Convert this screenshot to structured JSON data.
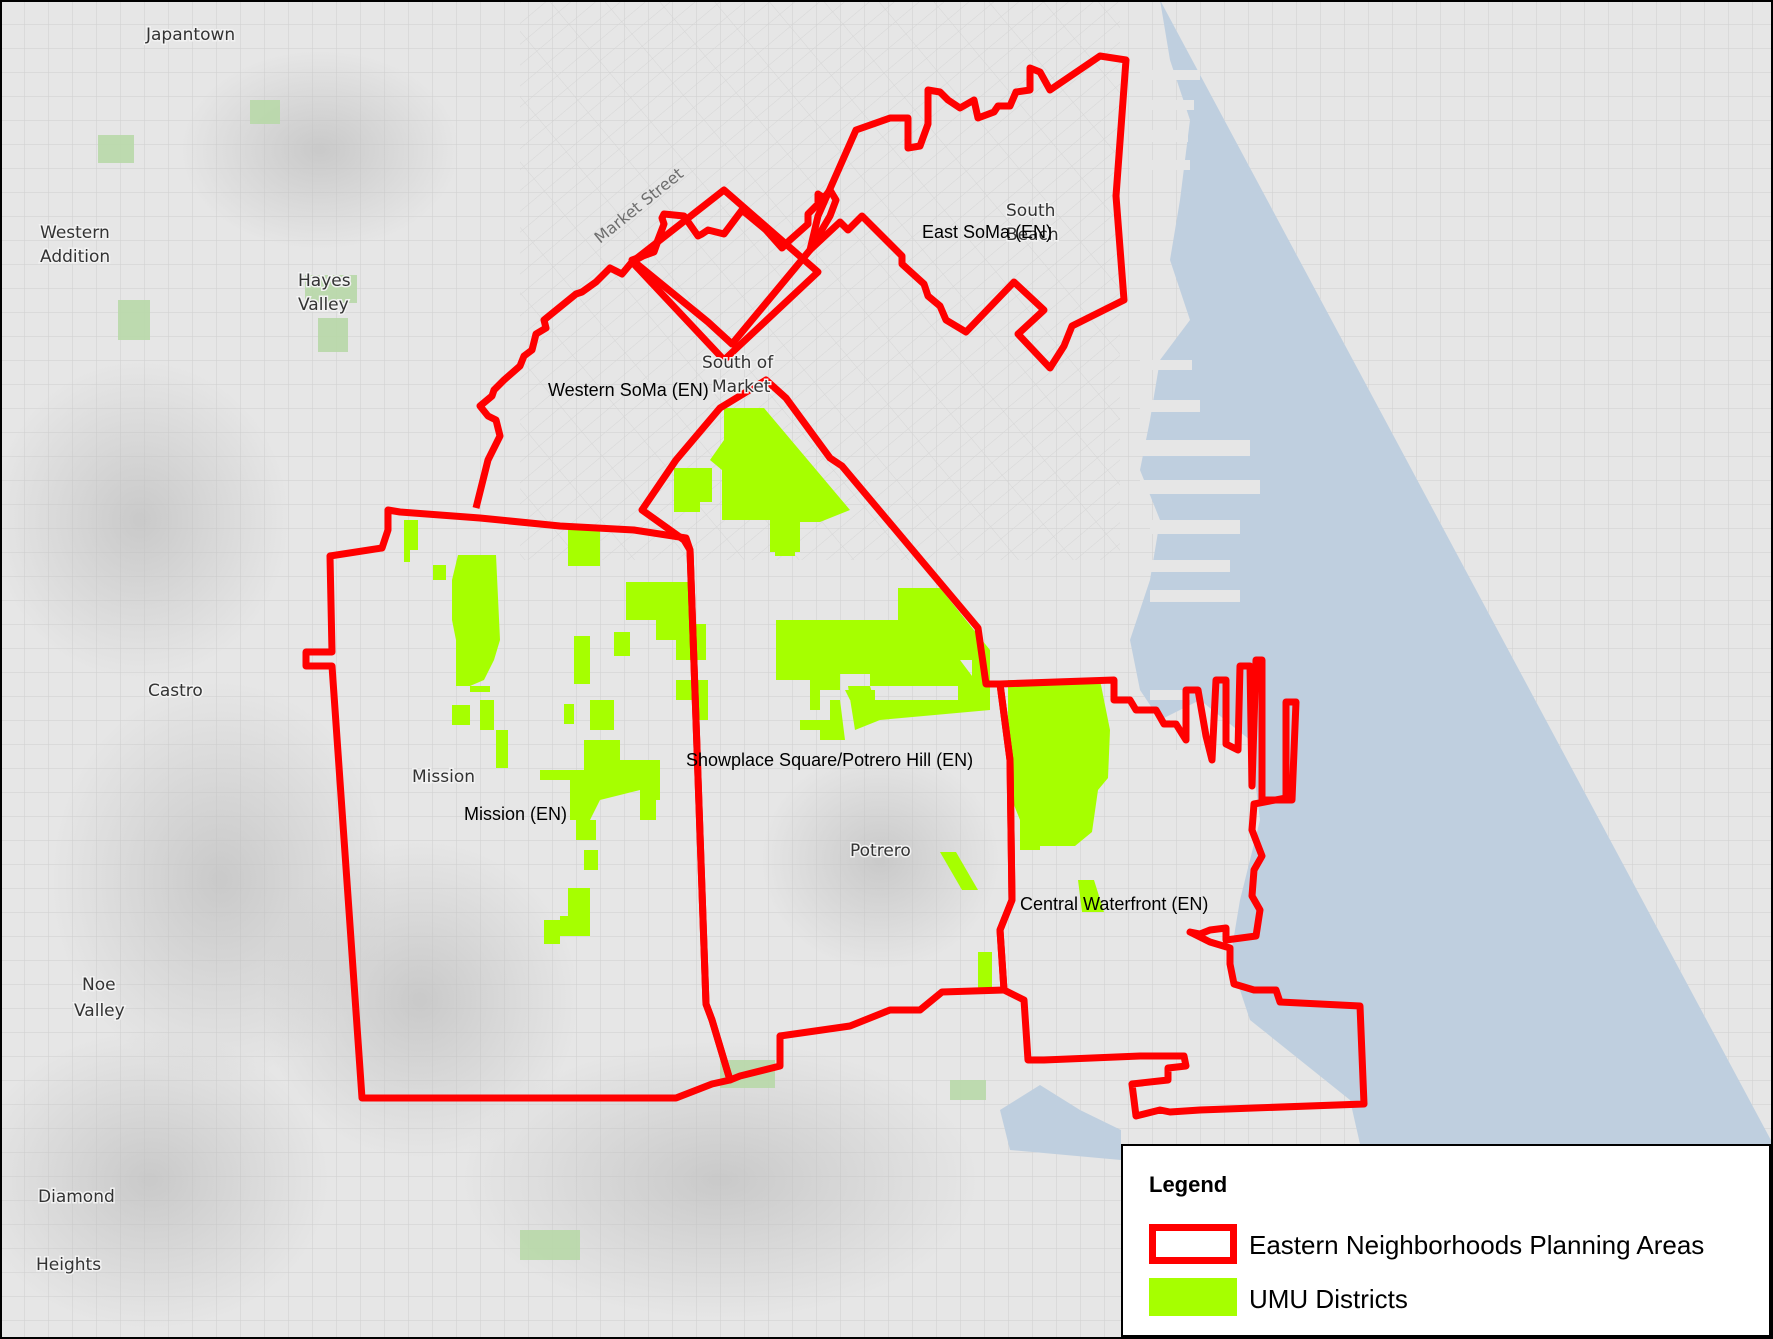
{
  "colors": {
    "water": "#bfcfdf",
    "land": "#e6e6e6",
    "boundary": "#ff0000",
    "umu": "#a6ff00",
    "park": "#b8d8a8"
  },
  "places": {
    "japantown": "Japantown",
    "western_addition_1": "Western",
    "western_addition_2": "Addition",
    "hayes_valley_1": "Hayes",
    "hayes_valley_2": "Valley",
    "castro": "Castro",
    "mission": "Mission",
    "noe_valley_1": "Noe",
    "noe_valley_2": "Valley",
    "diamond": "Diamond",
    "heights": "Heights",
    "potrero": "Potrero",
    "south_beach_1": "South",
    "south_beach_2": "Beach",
    "south_of_market_1": "South of",
    "south_of_market_2": "Market"
  },
  "roads": {
    "market_street": "Market Street"
  },
  "areas": {
    "east_soma": "East SoMa (EN)",
    "western_soma": "Western SoMa (EN)",
    "mission_en": "Mission (EN)",
    "showplace": "Showplace Square/Potrero Hill (EN)",
    "central_waterfront": "Central Waterfront (EN)"
  },
  "legend": {
    "title": "Legend",
    "items": [
      {
        "label": "Eastern Neighborhoods Planning Areas",
        "symbol": "outline"
      },
      {
        "label": "UMU Districts",
        "symbol": "fill"
      }
    ]
  }
}
